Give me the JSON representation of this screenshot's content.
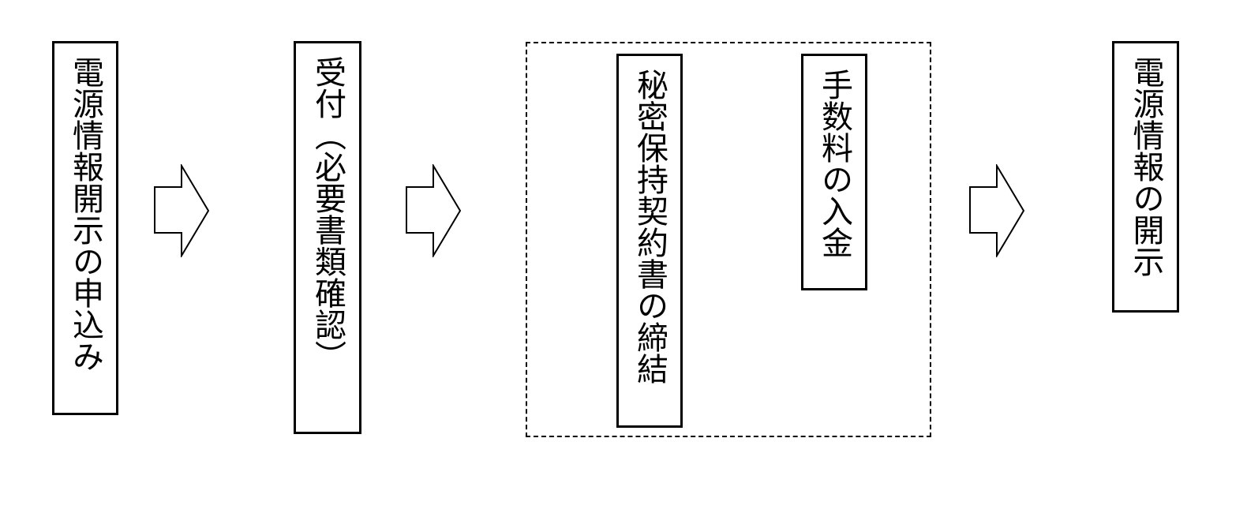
{
  "diagram": {
    "steps": {
      "application": "電源情報開示の申込み",
      "reception": "受付（必要書類確認）",
      "nda": "秘密保持契約書の締結",
      "fee": "手数料の入金",
      "disclosure": "電源情報の開示"
    }
  }
}
